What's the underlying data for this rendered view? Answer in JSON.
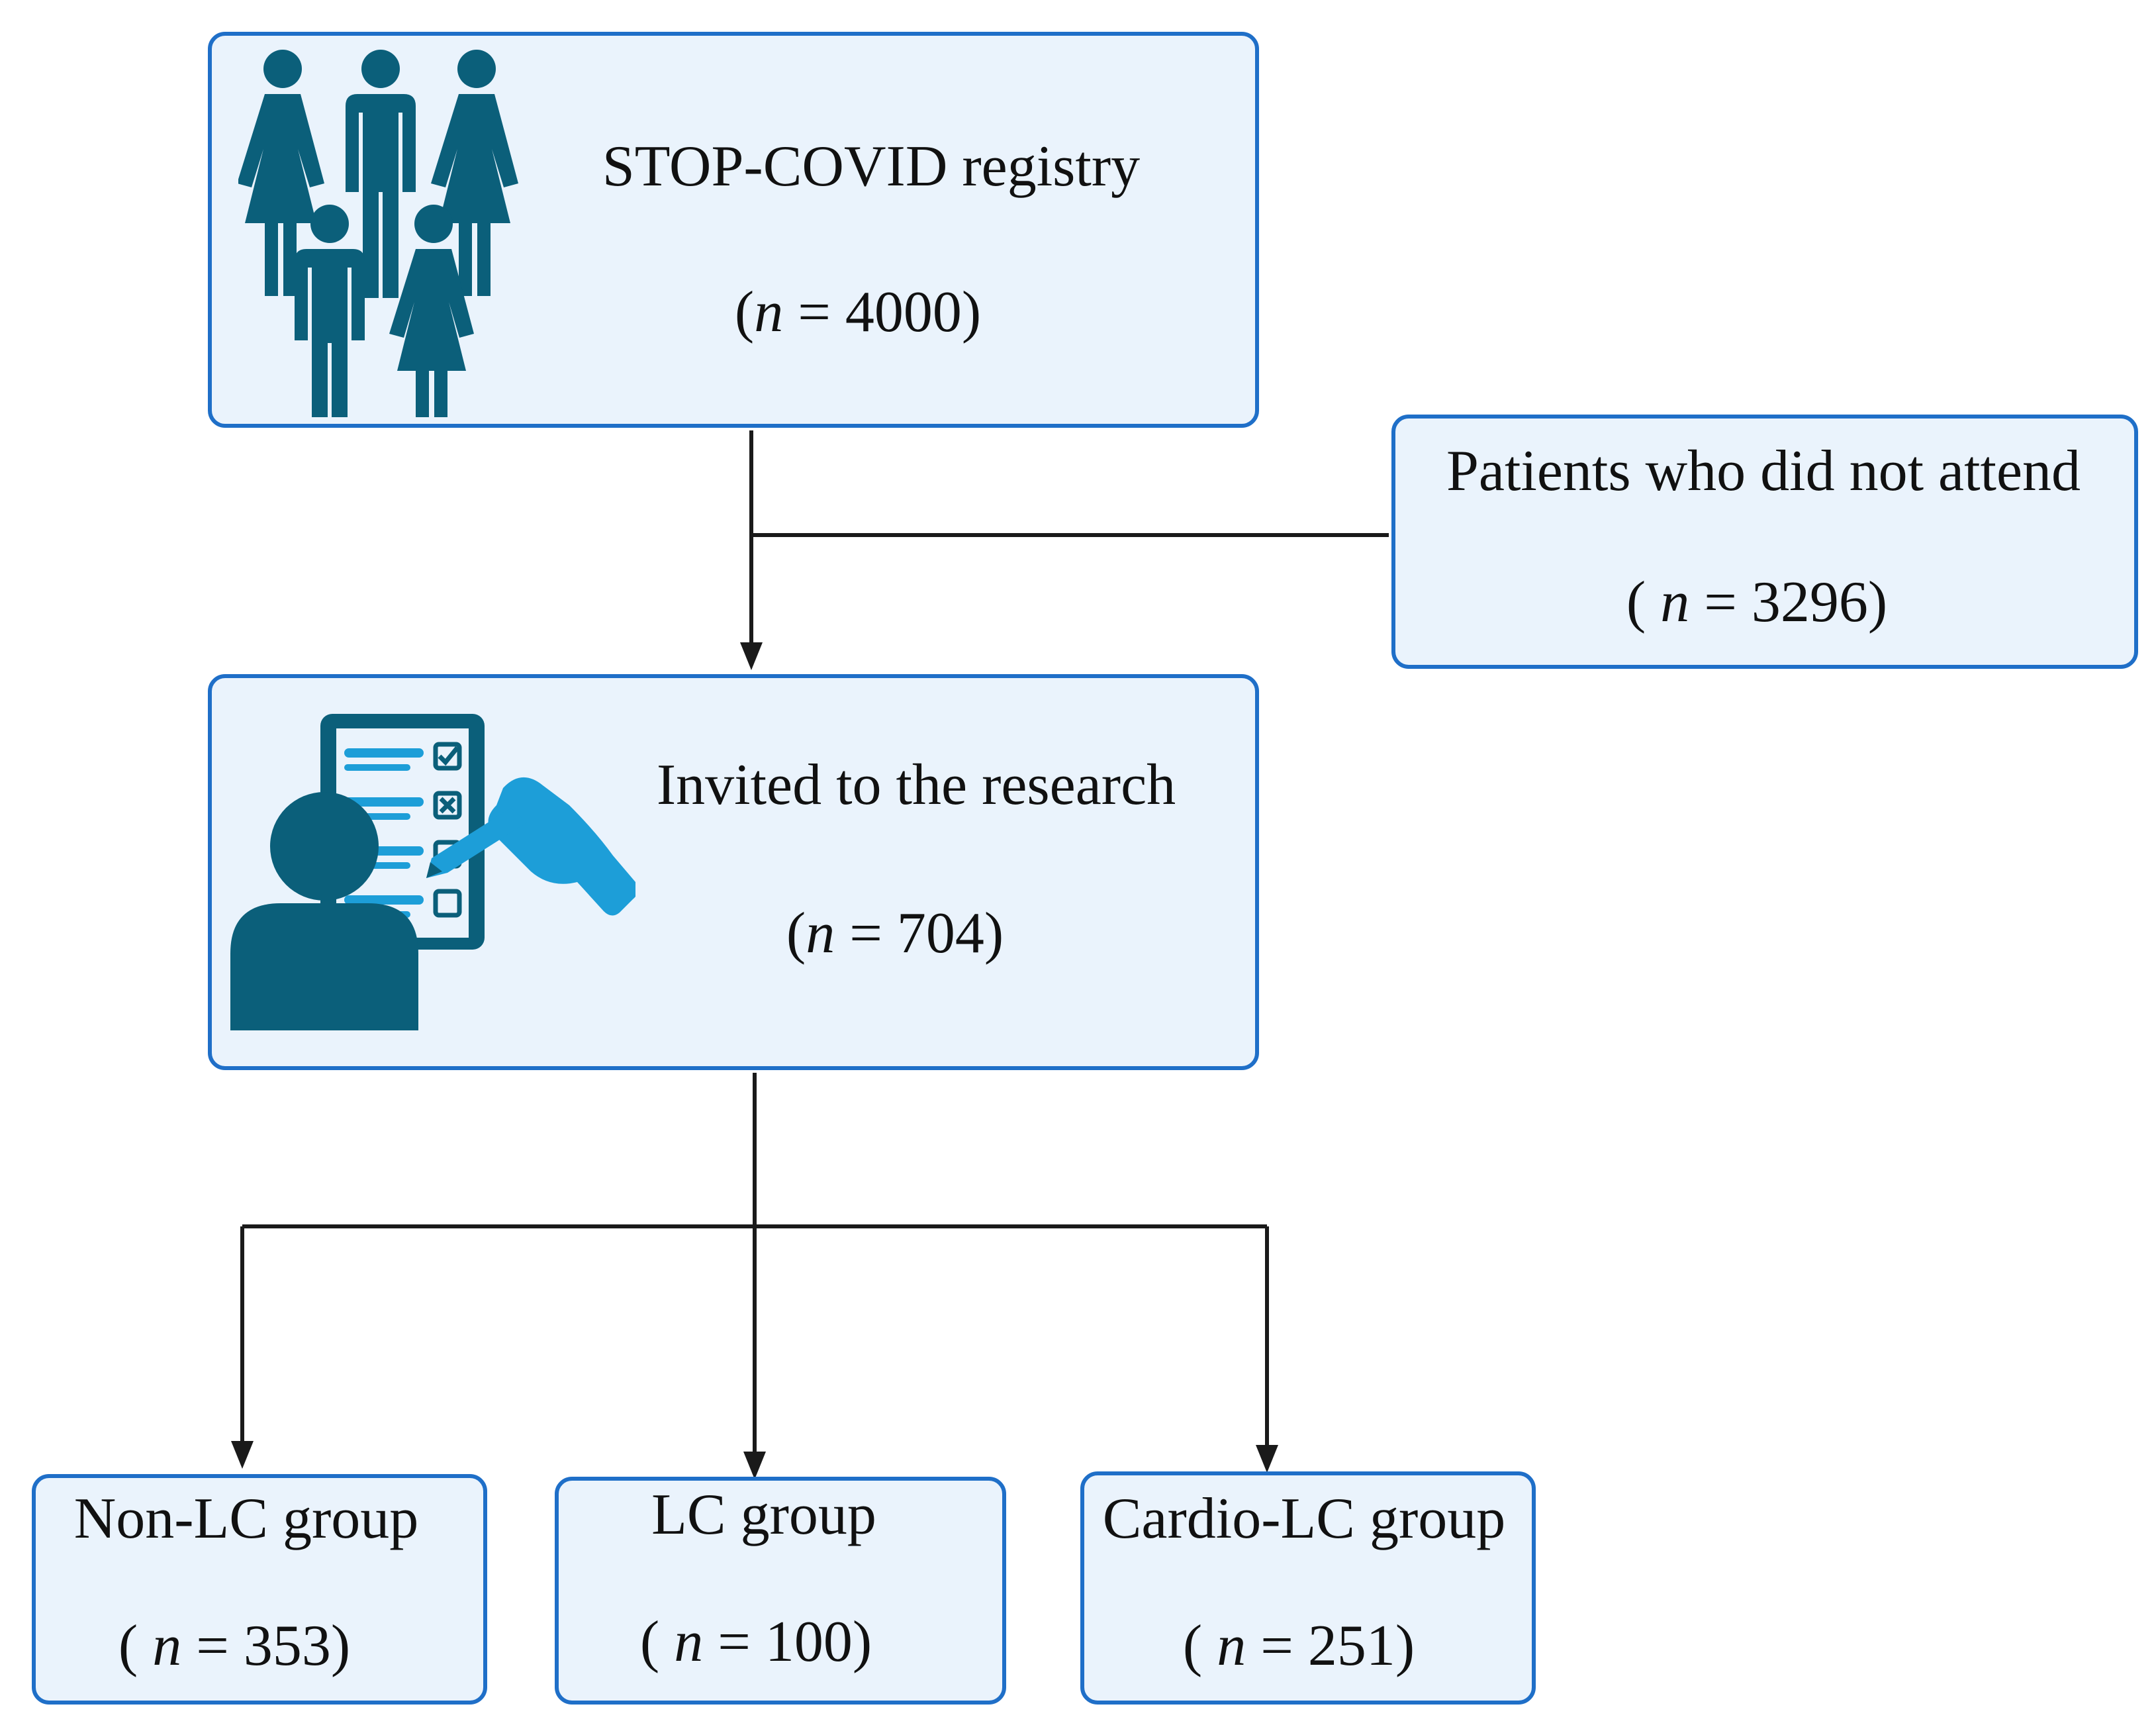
{
  "colors": {
    "box_fill": "#eaf3fc",
    "box_border": "#1f6fc8",
    "icon_dark": "#0b5f7a",
    "icon_accent": "#1d9ed8",
    "line": "#1a1a1a"
  },
  "icons": {
    "registry": "people-group-icon",
    "invited": "person-checklist-icon"
  },
  "registry": {
    "title": "STOP-COVID registry",
    "n_open": "(",
    "n_italic": "n",
    "n_rest": " = 4000)"
  },
  "invited": {
    "title": "Invited to the research",
    "n_open": "(",
    "n_italic": "n",
    "n_rest": " = 704)"
  },
  "excluded": {
    "title": "Patients who did not attend",
    "n_open": "( ",
    "n_italic": "n",
    "n_rest": " = 3296)"
  },
  "groups": [
    {
      "title": "Non-LC group",
      "n_open": "( ",
      "n_italic": "n",
      "n_rest": " = 353)"
    },
    {
      "title": "LC group",
      "n_open": "( ",
      "n_italic": "n",
      "n_rest": " = 100)"
    },
    {
      "title": "Cardio-LC group",
      "n_open": "( ",
      "n_italic": "n",
      "n_rest": " = 251)"
    }
  ]
}
